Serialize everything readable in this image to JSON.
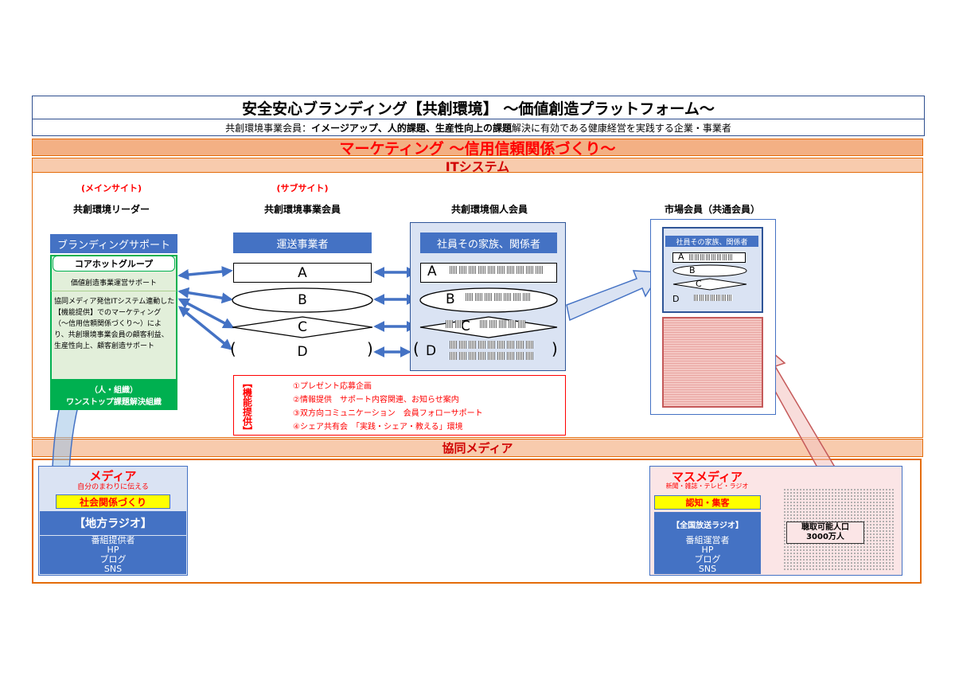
{
  "title": "安全安心ブランディング【共創環境】 ～価値創造プラットフォーム～",
  "subtitle": {
    "prefix": "共創環境事業会員：",
    "item1": "イメージアップ",
    "sep1": "、",
    "item2": "人的課題",
    "sep2": "、",
    "item3": "生産性向上の課題",
    "suffix": "解決に有効である健康経営を実践する企業・事業者"
  },
  "marketing_bar": "マーケティング ～信用信頼関係づくり～",
  "it_bar": "ITシステム",
  "media_bar": "協同メディア",
  "leader": {
    "site_label": "(メインサイト)",
    "heading": "共創環境リーダー",
    "branding_support": "ブランディングサポート",
    "core_group": "コアホットグループ",
    "value_support": "価値創造事業運営サポート",
    "description": "協同メディア発信ITシステム連動した【機能提供】でのマーケティング（～信用信頼関係づくり～）により、共創環境事業会員の顧客利益、生産性向上、顧客創造サポート",
    "footer_line1": "（人・組織）",
    "footer_line2": "ワンストップ課題解決組織"
  },
  "business_member": {
    "site_label": "(サブサイト)",
    "heading": "共創環境事業会員",
    "category": "運送事業者",
    "items": [
      "A",
      "B",
      "C",
      "D"
    ]
  },
  "individual_member": {
    "heading": "共創環境個人会員",
    "category": "社員その家族、関係者",
    "items": [
      "A",
      "B",
      "C",
      "D"
    ]
  },
  "market_member": {
    "heading": "市場会員（共通会員）",
    "category": "社員その家族、関係者",
    "items": [
      "A",
      "B",
      "C",
      "D"
    ]
  },
  "functions": {
    "title": "【機能提供】",
    "items": [
      "①プレゼント応募企画",
      "②情報提供　サポート内容関連、お知らせ案内",
      "③双方向コミュニケーション　会員フォローサポート",
      "④シェア共有会　「実践・シェア・教える」環境"
    ]
  },
  "local_media": {
    "title": "メディア",
    "subtitle": "自分のまわりに伝える",
    "badge": "社会関係づくり",
    "radio": "【地方ラジオ】",
    "list": [
      "番組提供者",
      "HP",
      "ブログ",
      "SNS"
    ]
  },
  "mass_media": {
    "title": "マスメディア",
    "subtitle": "新聞・雑誌・テレビ・ラジオ",
    "badge": "認知・集客",
    "radio": "【全国放送ラジオ】",
    "list": [
      "番組運営者",
      "HP",
      "ブログ",
      "SNS"
    ],
    "audience_line1": "聴取可能人口",
    "audience_line2": "3000万人"
  },
  "colors": {
    "accent_blue": "#4472c4",
    "accent_red": "#ff0000",
    "accent_orange": "#e46c0a",
    "accent_green": "#00b050",
    "accent_yellow": "#ffff00"
  }
}
